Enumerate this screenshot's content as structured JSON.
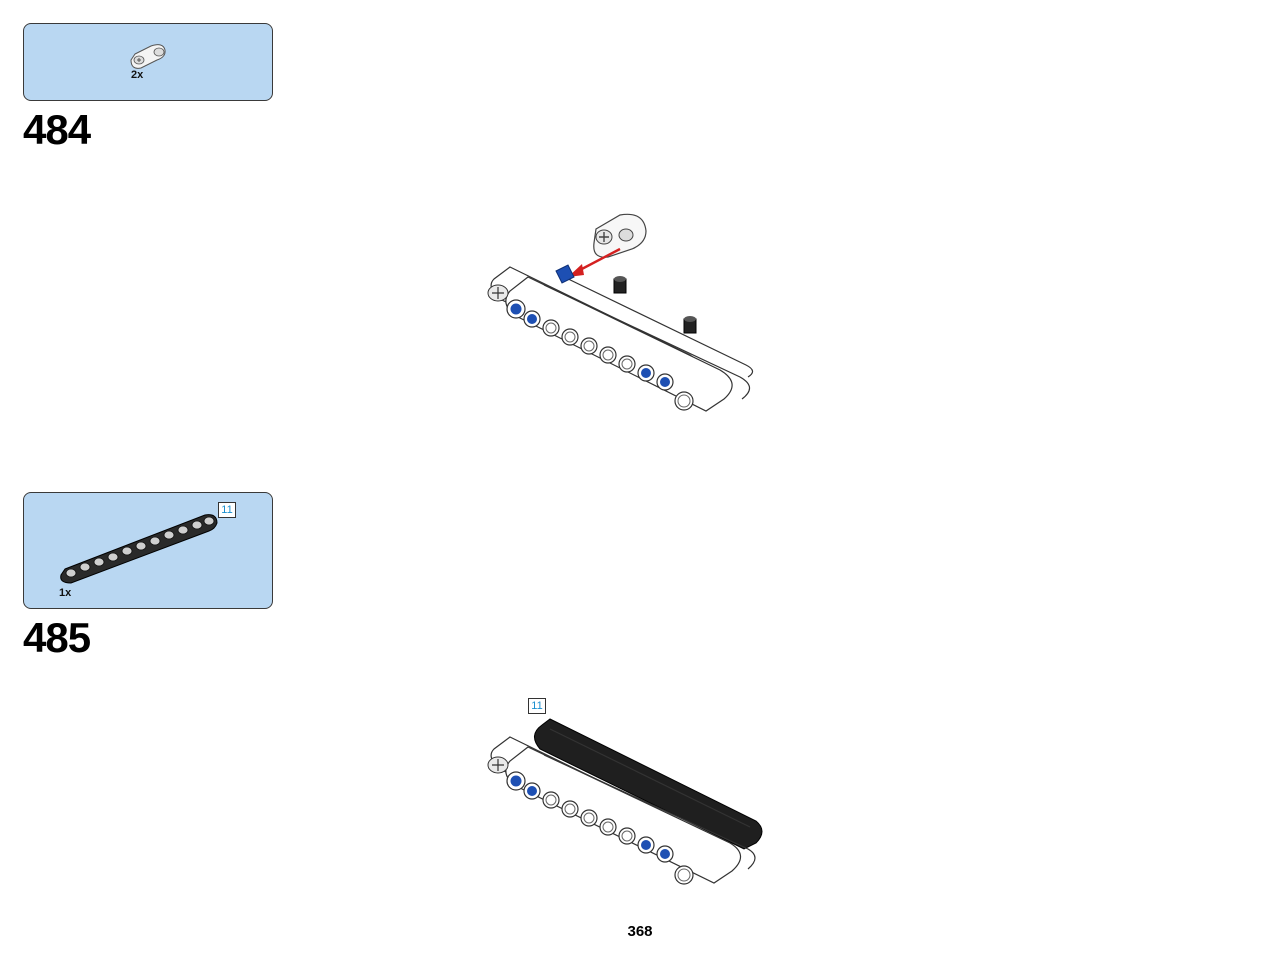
{
  "steps": [
    {
      "number": "484",
      "parts": [
        {
          "quantity": "2x",
          "part": "axle-connector-icon"
        }
      ]
    },
    {
      "number": "485",
      "parts": [
        {
          "quantity": "1x",
          "part": "beam-11-icon",
          "length_badge": "11"
        }
      ],
      "assembly_badge": "11"
    }
  ],
  "page_number": "368",
  "colors": {
    "parts_box_bg": "#b9d7f2",
    "arrow": "#d42020",
    "pin_blue": "#1d4fb3",
    "beam_white": "#ffffff",
    "beam_black": "#222222",
    "length_badge_text": "#1a8fcf"
  }
}
